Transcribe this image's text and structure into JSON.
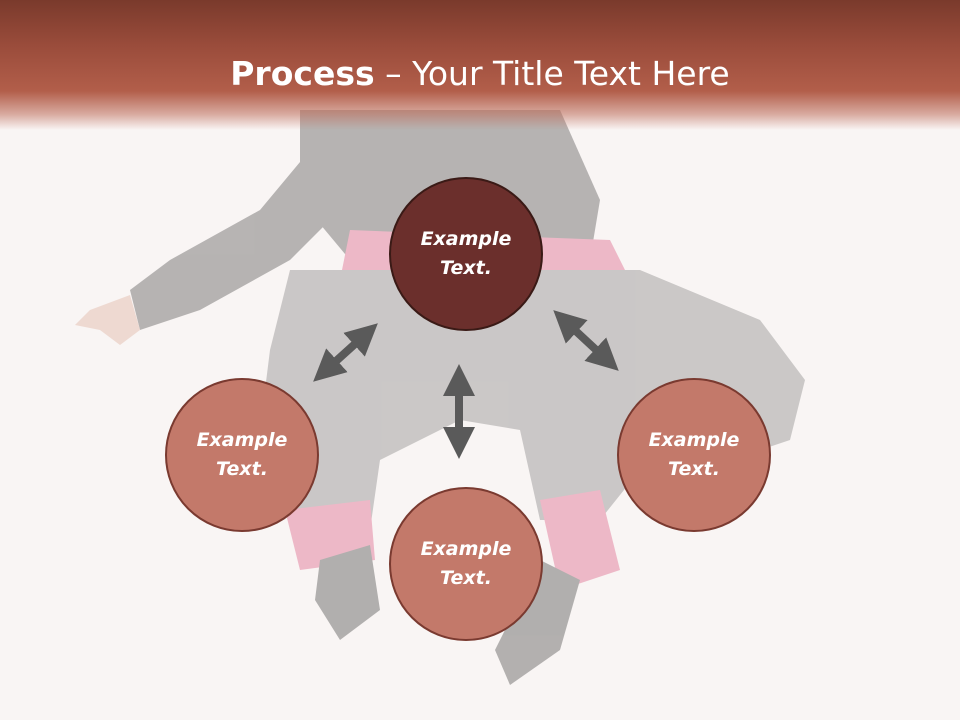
{
  "slide": {
    "title_bold": "Process",
    "title_rest": " – Your Title Text Here"
  },
  "circles": {
    "top": {
      "line1": "Example",
      "line2": "Text."
    },
    "left": {
      "line1": "Example",
      "line2": "Text."
    },
    "right": {
      "line1": "Example",
      "line2": "Text."
    },
    "bottom": {
      "line1": "Example",
      "line2": "Text."
    }
  },
  "colors": {
    "header": "#9a4c3b",
    "center_circle": "#6b2f2c",
    "outer_circle": "#c3796a",
    "arrow": "#5a5a5a"
  }
}
